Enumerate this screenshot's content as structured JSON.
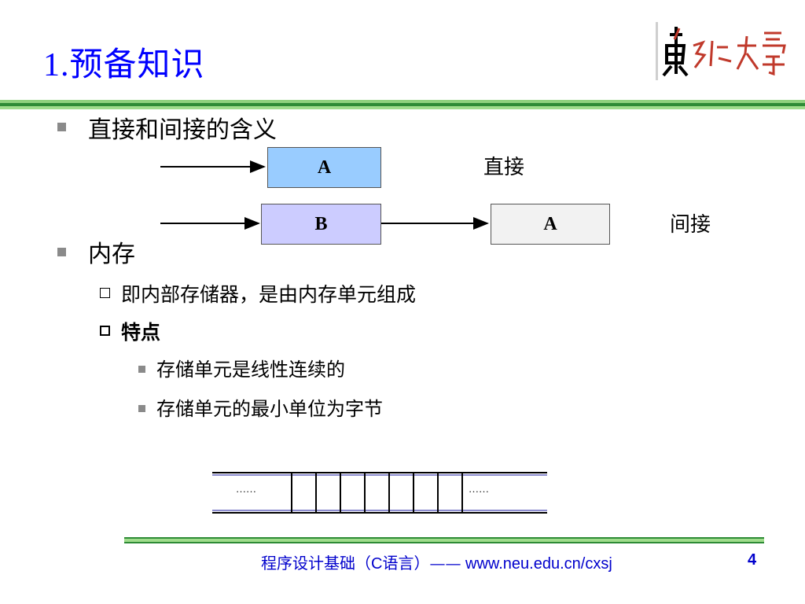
{
  "title": {
    "number": "1.",
    "text": "预备知识"
  },
  "logo": {
    "text": "東北大學"
  },
  "bullets": {
    "item1": "直接和间接的含义",
    "item2": "内存",
    "sub1": "即内部存储器，是由内存单元组成",
    "sub2": "特点",
    "subsub1": "存储单元是线性连续的",
    "subsub2": "存储单元的最小单位为字节"
  },
  "diagram": {
    "direct_box": "A",
    "direct_label": "直接",
    "indirect_box1": "B",
    "indirect_box2": "A",
    "indirect_label": "间接",
    "mem_left_dots": "……",
    "mem_right_dots": "……"
  },
  "footer": {
    "course": "程序设计基础（",
    "c": "C",
    "lang": "语言）",
    "dash": "——",
    "url": " www.neu.edu.cn/cxsj",
    "page": "4"
  },
  "colors": {
    "title": "#0000ff",
    "box_a": "#99ccff",
    "box_b": "#ccccff",
    "box_a2": "#f2f2f2",
    "rule_green": "#2e8b36"
  }
}
